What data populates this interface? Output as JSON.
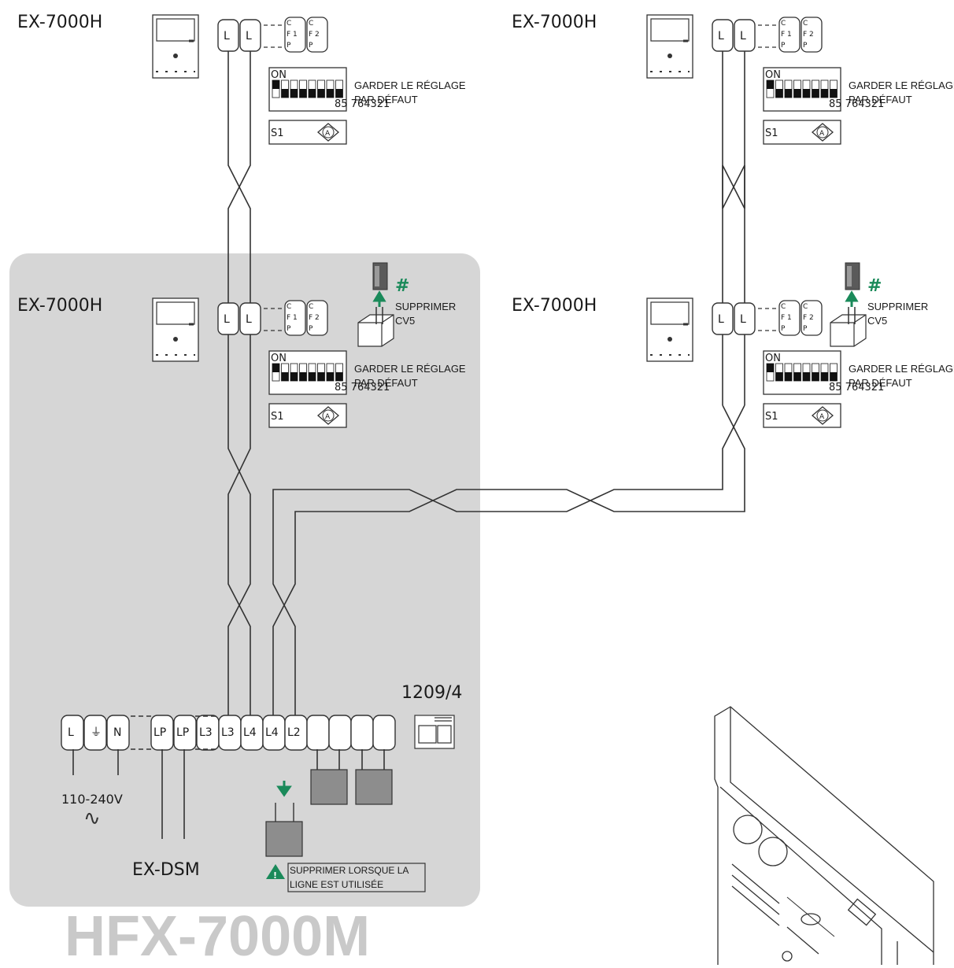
{
  "colors": {
    "panel_bg": "#d6d6d6",
    "wire": "#333333",
    "accent_green": "#1a8a5a",
    "module_grey": "#8d8d8d",
    "watermark": "#c9c9c9"
  },
  "monitors": [
    {
      "label": "EX-7000H",
      "dip_on": "ON",
      "dip_numbers": "85 764321",
      "dip_note_1": "GARDER LE RÉGLAGE",
      "dip_note_2": "PAR DÉFAUT",
      "s1_label": "S1",
      "s1_symbol": "A",
      "term_1": "L",
      "term_2": "L",
      "cf1": "C\nF 1\nP",
      "cf2": "C\nF 2\nP",
      "jumper_note_1": "",
      "jumper_note_2": ""
    },
    {
      "label": "EX-7000H",
      "dip_on": "ON",
      "dip_numbers": "85 764321",
      "dip_note_1": "GARDER LE RÉGLAGE",
      "dip_note_2": "PAR DÉFAUT",
      "s1_label": "S1",
      "s1_symbol": "A",
      "term_1": "L",
      "term_2": "L",
      "cf1": "C\nF 1\nP",
      "cf2": "C\nF 2\nP",
      "jumper_note_1": "",
      "jumper_note_2": ""
    },
    {
      "label": "EX-7000H",
      "dip_on": "ON",
      "dip_numbers": "85 764321",
      "dip_note_1": "GARDER LE RÉGLAGE",
      "dip_note_2": "PAR DÉFAUT",
      "s1_label": "S1",
      "s1_symbol": "A",
      "term_1": "L",
      "term_2": "L",
      "cf1": "C\nF 1\nP",
      "cf2": "C\nF 2\nP",
      "jumper_note_1": "SUPPRIMER",
      "jumper_note_2": "CV5"
    },
    {
      "label": "EX-7000H",
      "dip_on": "ON",
      "dip_numbers": "85 764321",
      "dip_note_1": "GARDER LE RÉGLAGE",
      "dip_note_2": "PAR DÉFAUT",
      "s1_label": "S1",
      "s1_symbol": "A",
      "term_1": "L",
      "term_2": "L",
      "cf1": "C\nF 1\nP",
      "cf2": "C\nF 2\nP",
      "jumper_note_1": "SUPPRIMER",
      "jumper_note_2": "CV5"
    }
  ],
  "hash_symbol": "#",
  "power_supply": {
    "model": "1209/4",
    "terminals": [
      "L",
      "⏚",
      "N",
      "LP",
      "LP",
      "L3",
      "L3",
      "L4",
      "L4",
      "L2",
      "",
      "",
      "",
      ""
    ],
    "voltage": "110-240V",
    "ac_symbol": "∿",
    "ex_dsm_label": "EX-DSM",
    "warning_line_1": "SUPPRIMER LORSQUE LA",
    "warning_line_2": "LIGNE EST UTILISÉE",
    "warning_symbol": "!"
  },
  "panel_title": "HFX-7000M"
}
